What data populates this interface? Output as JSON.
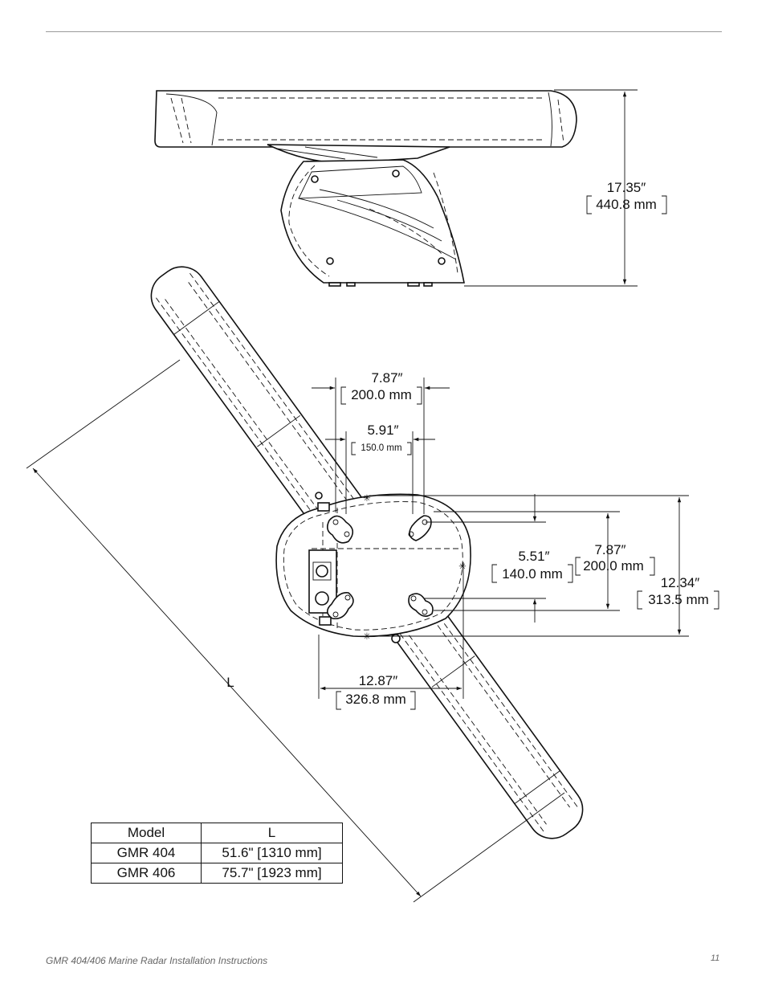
{
  "side_view": {
    "height_in": "17.35″",
    "height_mm": "440.8 mm"
  },
  "top_view": {
    "bolt_outer_in": "7.87″",
    "bolt_outer_mm": "200.0 mm",
    "bolt_inner_in": "5.91″",
    "bolt_inner_mm": "150.0 mm",
    "vert_inner_in": "5.51″",
    "vert_inner_mm": "140.0 mm",
    "vert_outer_in": "7.87″",
    "vert_outer_mm": "200.0 mm",
    "base_depth_in": "12.34″",
    "base_depth_mm": "313.5 mm",
    "base_width_in": "12.87″",
    "base_width_mm": "326.8 mm",
    "length_label": "L"
  },
  "table": {
    "headers": [
      "Model",
      "L"
    ],
    "rows": [
      [
        "GMR 404",
        "51.6\" [1310 mm]"
      ],
      [
        "GMR 406",
        "75.7\" [1923 mm]"
      ]
    ]
  },
  "footer": {
    "title": "GMR 404/406 Marine Radar Installation Instructions",
    "page_number": "11"
  }
}
